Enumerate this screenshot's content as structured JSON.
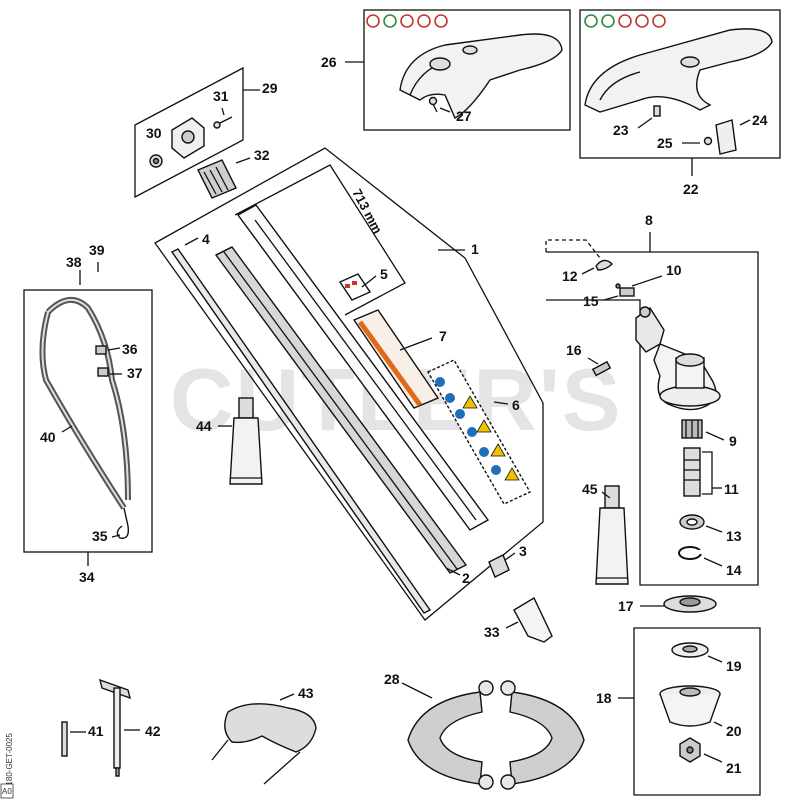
{
  "watermark": "CUTLER'S",
  "side_code": "4180-GET-0025",
  "side_code_2": "A0",
  "dimension": "713 mm",
  "parts": {
    "p1": "1",
    "p2": "2",
    "p3": "3",
    "p4": "4",
    "p5": "5",
    "p6": "6",
    "p7": "7",
    "p8": "8",
    "p9": "9",
    "p10": "10",
    "p11": "11",
    "p12": "12",
    "p13": "13",
    "p14": "14",
    "p15": "15",
    "p16": "16",
    "p17": "17",
    "p18": "18",
    "p19": "19",
    "p20": "20",
    "p21": "21",
    "p22": "22",
    "p23": "23",
    "p24": "24",
    "p25": "25",
    "p26": "26",
    "p27": "27",
    "p28": "28",
    "p29": "29",
    "p30": "30",
    "p31": "31",
    "p32": "32",
    "p33": "33",
    "p34": "34",
    "p35": "35",
    "p36": "36",
    "p37": "37",
    "p38": "38",
    "p39": "39",
    "p40": "40",
    "p41": "41",
    "p42": "42",
    "p43": "43",
    "p44": "44",
    "p45": "45"
  },
  "colors": {
    "line": "#111111",
    "label_orange": "#e06a1a",
    "label_blue": "#1d6fb8",
    "warning_yellow": "#f2c200",
    "watermark": "#cfcfcf"
  }
}
